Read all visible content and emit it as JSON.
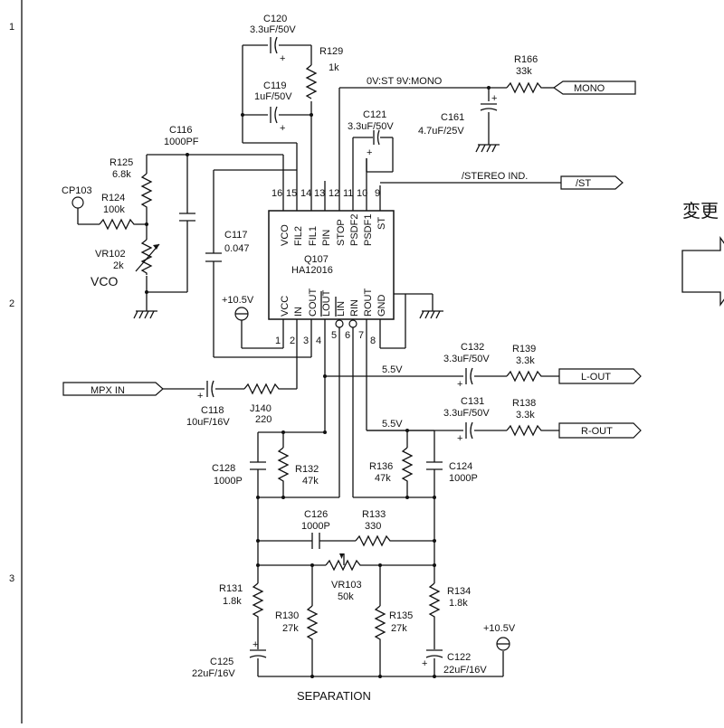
{
  "rows": [
    "1",
    "2",
    "3"
  ],
  "ic": {
    "ref": "Q107",
    "part": "HA12016",
    "top_pins": [
      {
        "num": "16",
        "name": "VCO"
      },
      {
        "num": "15",
        "name": "FIL2"
      },
      {
        "num": "14",
        "name": "FIL1"
      },
      {
        "num": "13",
        "name": "PIN"
      },
      {
        "num": "12",
        "name": "STOP"
      },
      {
        "num": "11",
        "name": "PSDF2"
      },
      {
        "num": "10",
        "name": "PSDF1"
      },
      {
        "num": "9",
        "name": "ST"
      }
    ],
    "bottom_pins": [
      {
        "num": "1",
        "name": "VCC"
      },
      {
        "num": "2",
        "name": "IN"
      },
      {
        "num": "3",
        "name": "COUT"
      },
      {
        "num": "4",
        "name": "LOUT"
      },
      {
        "num": "5",
        "name": "LIN"
      },
      {
        "num": "6",
        "name": "RIN"
      },
      {
        "num": "7",
        "name": "ROUT"
      },
      {
        "num": "8",
        "name": "GND"
      }
    ]
  },
  "components": {
    "c120": {
      "ref": "C120",
      "value": "3.3uF/50V"
    },
    "r129": {
      "ref": "R129",
      "value": "1k"
    },
    "c119": {
      "ref": "C119",
      "value": "1uF/50V"
    },
    "c116": {
      "ref": "C116",
      "value": "1000PF"
    },
    "r125": {
      "ref": "R125",
      "value": "6.8k"
    },
    "r124": {
      "ref": "R124",
      "value": "100k"
    },
    "cp103": {
      "ref": "CP103"
    },
    "vr102": {
      "ref": "VR102",
      "value": "2k"
    },
    "vco": {
      "label": "VCO"
    },
    "c117": {
      "ref": "C117",
      "value": "0.047"
    },
    "c121": {
      "ref": "C121",
      "value": "3.3uF/50V"
    },
    "r166": {
      "ref": "R166",
      "value": "33k"
    },
    "c161": {
      "ref": "C161",
      "value": "4.7uF/25V"
    },
    "c118": {
      "ref": "C118",
      "value": "10uF/16V"
    },
    "j140": {
      "ref": "J140",
      "value": "220"
    },
    "c132": {
      "ref": "C132",
      "value": "3.3uF/50V"
    },
    "r139": {
      "ref": "R139",
      "value": "3.3k"
    },
    "c131": {
      "ref": "C131",
      "value": "3.3uF/50V"
    },
    "r138": {
      "ref": "R138",
      "value": "3.3k"
    },
    "c128": {
      "ref": "C128",
      "value": "1000P"
    },
    "r132": {
      "ref": "R132",
      "value": "47k"
    },
    "r136": {
      "ref": "R136",
      "value": "47k"
    },
    "c124": {
      "ref": "C124",
      "value": "1000P"
    },
    "c126": {
      "ref": "C126",
      "value": "1000P"
    },
    "r133": {
      "ref": "R133",
      "value": "330"
    },
    "vr103": {
      "ref": "VR103",
      "value": "50k"
    },
    "r131": {
      "ref": "R131",
      "value": "1.8k"
    },
    "r134": {
      "ref": "R134",
      "value": "1.8k"
    },
    "r130": {
      "ref": "R130",
      "value": "27k"
    },
    "r135": {
      "ref": "R135",
      "value": "27k"
    },
    "c125": {
      "ref": "C125",
      "value": "22uF/16V"
    },
    "c122": {
      "ref": "C122",
      "value": "22uF/16V"
    }
  },
  "nets": {
    "mono_note": "0V:ST 9V:MONO",
    "stereo_ind": "/STEREO IND.",
    "supply_left": "+10.5V",
    "supply_right": "+10.5V",
    "l_5v5": "5.5V",
    "r_5v5": "5.5V"
  },
  "ports": {
    "mono": "MONO",
    "st": "/ST",
    "l_out": "L-OUT",
    "r_out": "R-OUT",
    "mpx_in": "MPX IN"
  },
  "separation": "SEPARATION",
  "side_note": "変更"
}
